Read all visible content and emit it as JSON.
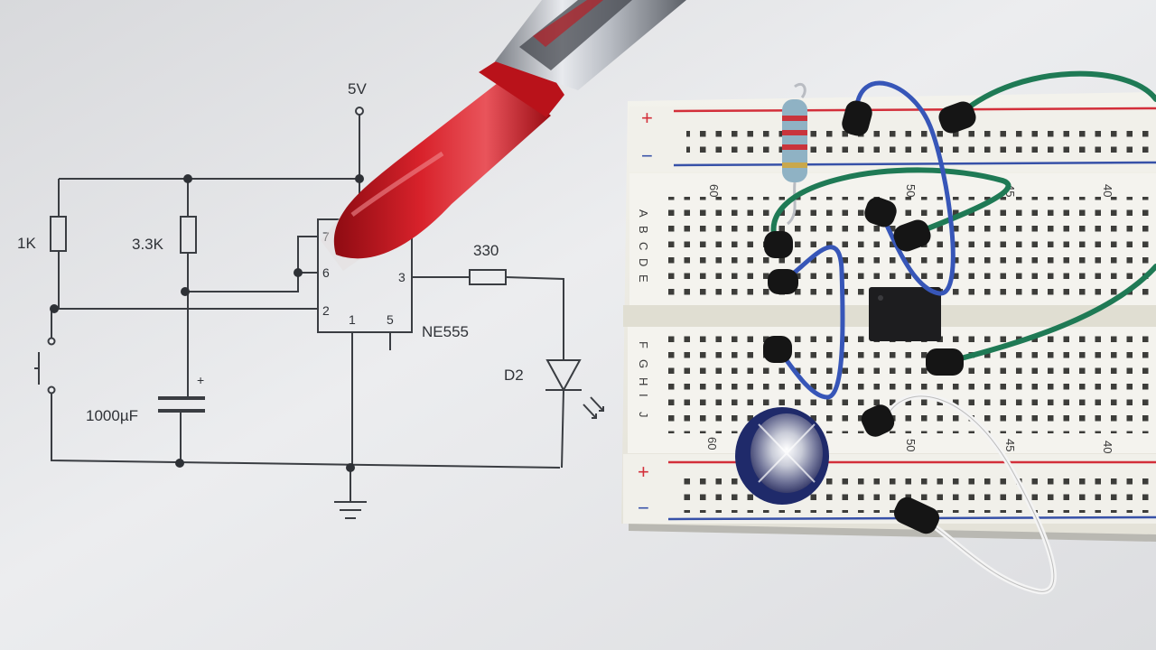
{
  "schematic": {
    "supply_label": "5V",
    "r1_label": "1K",
    "r2_label": "3.3K",
    "r3_label": "330",
    "cap_label": "1000µF",
    "cap_polarity": "+",
    "led_label": "D2",
    "ic_label": "NE555",
    "pins": {
      "p1": "1",
      "p2": "2",
      "p3": "3",
      "p5": "5",
      "p6": "6",
      "p7": "7"
    }
  },
  "breadboard": {
    "rail_plus": "+",
    "rail_minus": "−",
    "row_letters_top": [
      "A",
      "B",
      "C",
      "D",
      "E"
    ],
    "row_letters_bottom": [
      "F",
      "G",
      "H",
      "I",
      "J"
    ],
    "column_numbers_top": [
      "60",
      "50",
      "45",
      "40"
    ],
    "column_numbers_bottom": [
      "60",
      "50",
      "45",
      "40"
    ]
  },
  "colors": {
    "paper": "#e9eaec",
    "ink": "#3a3d42",
    "pen_red": "#c4121b",
    "board": "#efeee6",
    "rail_red": "#d32f3a",
    "rail_blue": "#3751a8",
    "wire_blue": "#3756b8",
    "wire_green": "#1f7a55",
    "wire_white": "#f4f4f4"
  }
}
